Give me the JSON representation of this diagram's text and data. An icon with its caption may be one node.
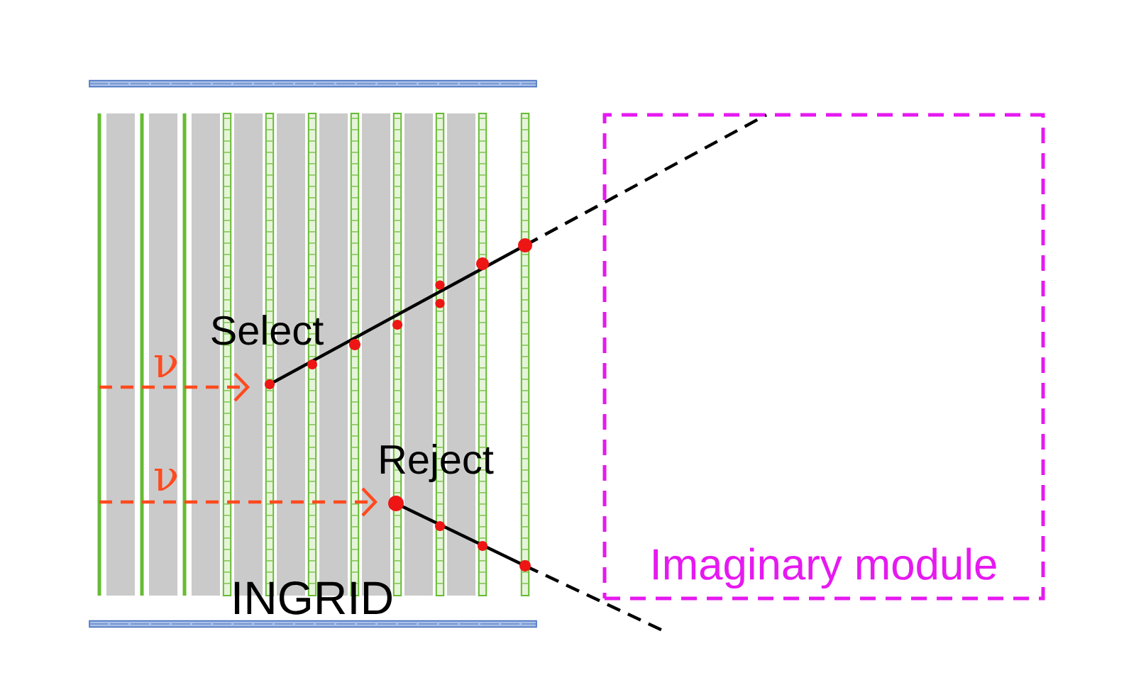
{
  "diagram": {
    "nodes": [
      {
        "text": [
          "Imaginary module"
        ]
      }
    ],
    "labels": [
      "Select",
      "ν",
      "ν",
      "Reject",
      "INGRID"
    ]
  }
}
